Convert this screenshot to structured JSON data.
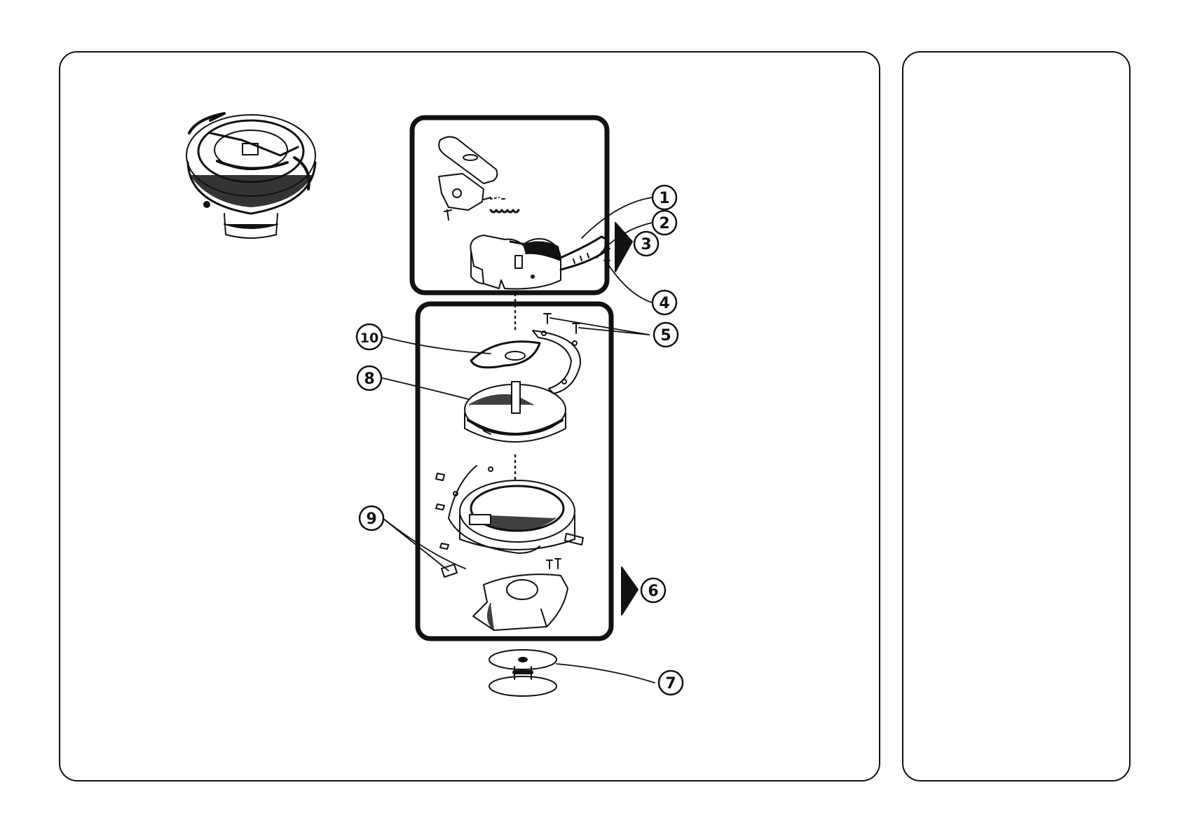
{
  "diagram": {
    "callouts": [
      {
        "id": "1",
        "label": "1"
      },
      {
        "id": "2",
        "label": "2"
      },
      {
        "id": "3",
        "label": "3"
      },
      {
        "id": "4",
        "label": "4"
      },
      {
        "id": "5",
        "label": "5"
      },
      {
        "id": "6",
        "label": "6"
      },
      {
        "id": "7",
        "label": "7"
      },
      {
        "id": "8",
        "label": "8"
      },
      {
        "id": "9",
        "label": "9"
      },
      {
        "id": "10",
        "label": "10"
      }
    ]
  },
  "colors": {
    "ink": "#111111",
    "paper": "#ffffff"
  }
}
